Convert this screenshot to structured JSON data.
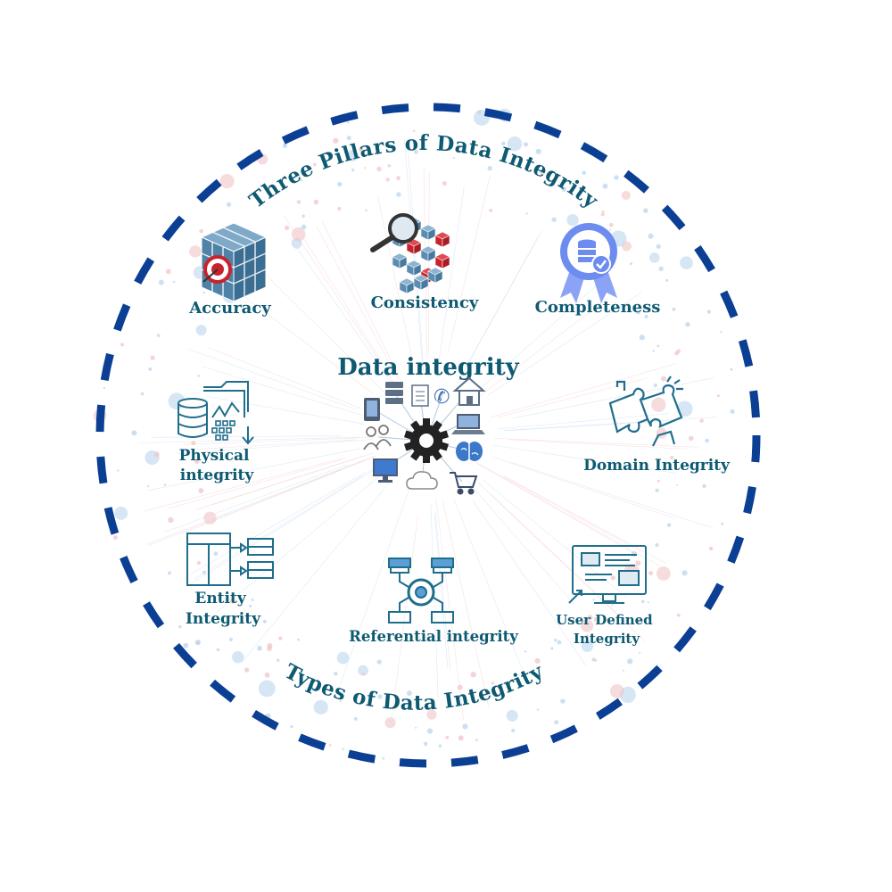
{
  "center": {
    "title": "Data integrity"
  },
  "arcs": {
    "top": "Three Pillars of Data Integrity",
    "bottom": "Types of Data Integrity"
  },
  "pillars": {
    "accuracy": "Accuracy",
    "consistency": "Consistency",
    "completeness": "Completeness"
  },
  "types": {
    "physical": [
      "Physical",
      "integrity"
    ],
    "domain": "Domain Integrity",
    "entity": [
      "Entity",
      "Integrity"
    ],
    "referential": "Referential integrity",
    "user_defined": [
      "User Defined",
      "Integrity"
    ]
  },
  "colors": {
    "ring": "#0b3f94",
    "text": "#0e5a73",
    "icon": "#1f6e8c",
    "cube": "#5b8db0",
    "accent_red": "#c8232c",
    "badge": "#6d8cf0",
    "dot_blue": "#bcd6ee",
    "dot_pink": "#f2c4c8"
  }
}
